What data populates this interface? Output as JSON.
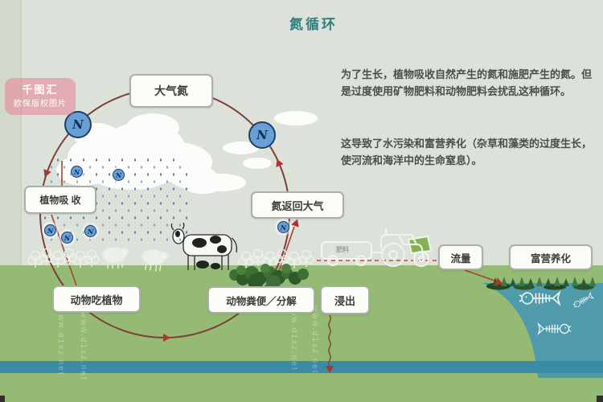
{
  "title": "氮循环",
  "description": {
    "para1": "为了生长，植物吸收自然产生的氮和施肥产生的氮。但是过度使用矿物肥料和动物肥料会扰乱这种循环。",
    "para2": "这导致了水污染和富营养化（杂草和藻类的过度生长，使河流和海洋中的生命窒息）。"
  },
  "nodes": {
    "atmospheric_nitrogen": "大气氮",
    "plant_absorption": "植物吸 收",
    "nitrogen_returns_to_atmosphere": "氮返回大气",
    "animals_eat_plants": "动物吃植物",
    "animal_waste_decomposition": "动物粪便／分解",
    "leaching": "浸出",
    "runoff": "流量",
    "eutrophication": "富营养化"
  },
  "scene": {
    "nitrogen_symbol": "N",
    "fertilizer_cart_label": "肥料"
  },
  "watermark": {
    "badge_line1": "千图汇",
    "badge_line2": "欧保版权图片",
    "vertical_text": "www.d1xz.net"
  },
  "colors": {
    "title_teal": "#2e8080",
    "cycle_stroke": "#7d4038",
    "arrow_red": "#b5322c",
    "ground_green": "#94ba74",
    "lake_teal": "#4f9aab",
    "groundwater_stripe": "#3a8ba3",
    "nitrogen_circle_blue": "#68a0d4",
    "sky": "#dce1d9",
    "box_border": "#a9b1a7"
  }
}
